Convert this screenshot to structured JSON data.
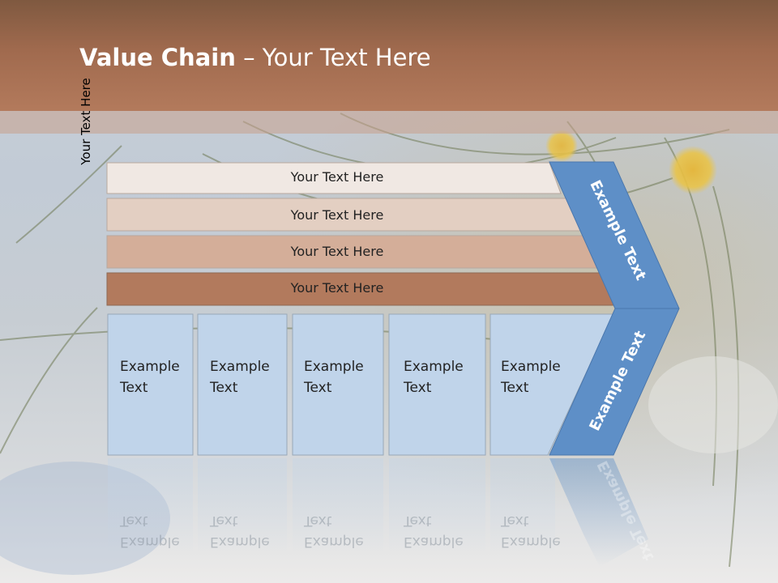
{
  "title": {
    "bold": "Value Chain",
    "rest": " – Your Text Here"
  },
  "side_label": "Your Text Here",
  "bands": [
    {
      "label": "Your Text Here",
      "color": "#f0e8e3"
    },
    {
      "label": "Your Text Here",
      "color": "#e3cfc2"
    },
    {
      "label": "Your Text Here",
      "color": "#d4ae99"
    },
    {
      "label": "Your Text Here",
      "color": "#b27a5d"
    }
  ],
  "boxes": [
    {
      "line1": "Example",
      "line2": "Text"
    },
    {
      "line1": "Example",
      "line2": "Text"
    },
    {
      "line1": "Example",
      "line2": "Text"
    },
    {
      "line1": "Example",
      "line2": "Text"
    },
    {
      "line1": "Example",
      "line2": "Text"
    }
  ],
  "chevron": {
    "top_label": "Example Text",
    "bottom_label": "Example Text",
    "color": "#5e8fc7"
  },
  "colors": {
    "header": "#a06a4e",
    "box_fill": "#c0d4ea",
    "box_border": "#98a8b8"
  }
}
